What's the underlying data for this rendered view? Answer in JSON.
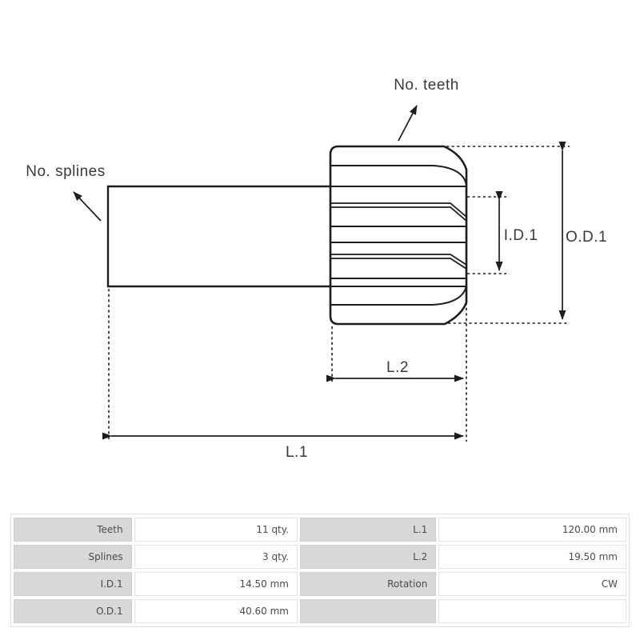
{
  "diagram": {
    "labels": {
      "teeth": "No. teeth",
      "splines": "No. splines",
      "id1": "I.D.1",
      "od1": "O.D.1",
      "l1": "L.1",
      "l2": "L.2"
    },
    "colors": {
      "line": "#1d1d1d",
      "text": "#3a3a3a"
    }
  },
  "spec_table": {
    "rows": [
      {
        "c0": "Teeth",
        "c1": "11 qty.",
        "c2": "L.1",
        "c3": "120.00 mm"
      },
      {
        "c0": "Splines",
        "c1": "3 qty.",
        "c2": "L.2",
        "c3": "19.50 mm"
      },
      {
        "c0": "I.D.1",
        "c1": "14.50 mm",
        "c2": "Rotation",
        "c3": "CW"
      },
      {
        "c0": "O.D.1",
        "c1": "40.60 mm",
        "c2": "",
        "c3": ""
      }
    ],
    "colors": {
      "label_bg": "#d8d8d8",
      "value_bg": "#ffffff",
      "border": "#e0e0e0",
      "text": "#4a4a4a"
    }
  }
}
